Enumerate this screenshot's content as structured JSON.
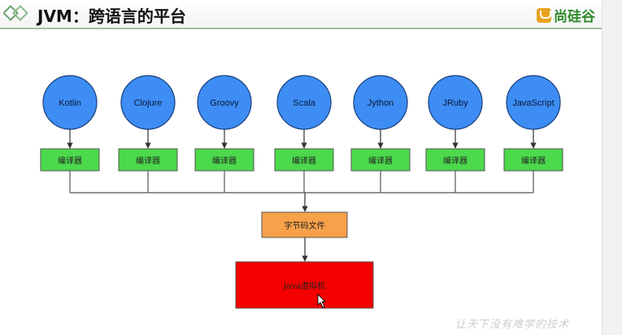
{
  "header": {
    "title": "JVM：跨语言的平台",
    "brand": "尚硅谷"
  },
  "languages": [
    "Kotlin",
    "Clojure",
    "Groovy",
    "Scala",
    "Jython",
    "JRuby",
    "JavaScript"
  ],
  "compiler_label": "编译器",
  "bytecode_label": "字节码文件",
  "jvm_label": "Java虚拟机",
  "watermark": "让天下没有难学的技术",
  "colors": {
    "circle_fill": "#3d8df5",
    "compiler_fill": "#4cd94c",
    "bytecode_fill": "#f7a14a",
    "jvm_fill": "#f40000",
    "header_rule": "#9bc59b"
  }
}
